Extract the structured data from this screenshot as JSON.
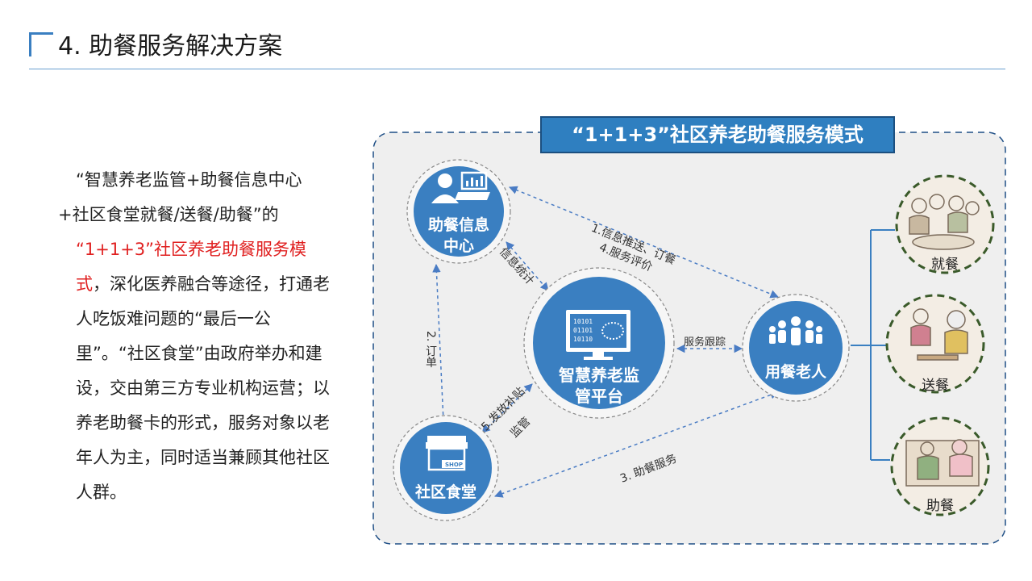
{
  "page": {
    "title": "4. 助餐服务解决方案"
  },
  "left_text": {
    "line1": "“智慧养老监管+助餐信息中心",
    "line2": "+社区食堂就餐/送餐/助餐”的",
    "highlight": "“1+1+3”社区养老助餐服务模式",
    "body": "，深化医养融合等途径，打通老人吃饭难问题的“最后一公里”。“社区食堂”由政府举办和建设，交由第三方专业机构运营；以养老助餐卡的形式，服务对象以老年人为主，同时适当兼顾其他社区人群。"
  },
  "diagram": {
    "banner": "“1+1+3”社区养老助餐服务模式",
    "nodes": {
      "info_center": "助餐信息中心",
      "platform": "智慧养老监管平台",
      "elderly": "用餐老人",
      "canteen": "社区食堂"
    },
    "edges": {
      "push_order": "1.信息推送、订餐",
      "evaluate": "4.服务评价",
      "statistics": "信息统计",
      "tracking": "服务跟踪",
      "order": "2. 订单",
      "subsidy": "5.发放补贴",
      "supervise": "监管",
      "service": "3. 助餐服务"
    },
    "services": {
      "dine_in": "就餐",
      "delivery": "送餐",
      "assist": "助餐"
    },
    "colors": {
      "node_blue": "#3a7fc1",
      "banner_blue": "#2f7fc0",
      "green_ring": "#3a5a2a",
      "highlight_red": "#e02020"
    }
  }
}
